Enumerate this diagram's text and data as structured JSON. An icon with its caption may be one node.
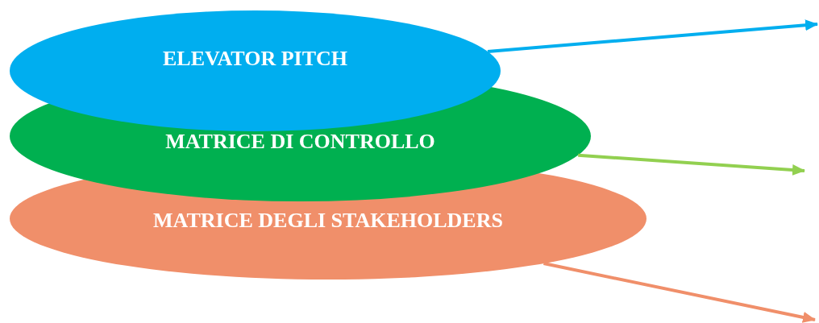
{
  "diagram": {
    "nodes": [
      {
        "text": [
          "ELEVATOR PITCH"
        ]
      },
      {
        "text": [
          "MATRICE DI CONTROLLO"
        ]
      },
      {
        "text": [
          "MATRICE DEGLI STAKEHOLDERS"
        ]
      }
    ],
    "edges": [
      {
        "from": 0,
        "to": null,
        "arrow": "to",
        "color": "#00aeef"
      },
      {
        "from": 1,
        "to": null,
        "arrow": "to",
        "color": "#92d050"
      },
      {
        "from": 2,
        "to": null,
        "arrow": "to",
        "color": "#f08f6a"
      }
    ]
  }
}
